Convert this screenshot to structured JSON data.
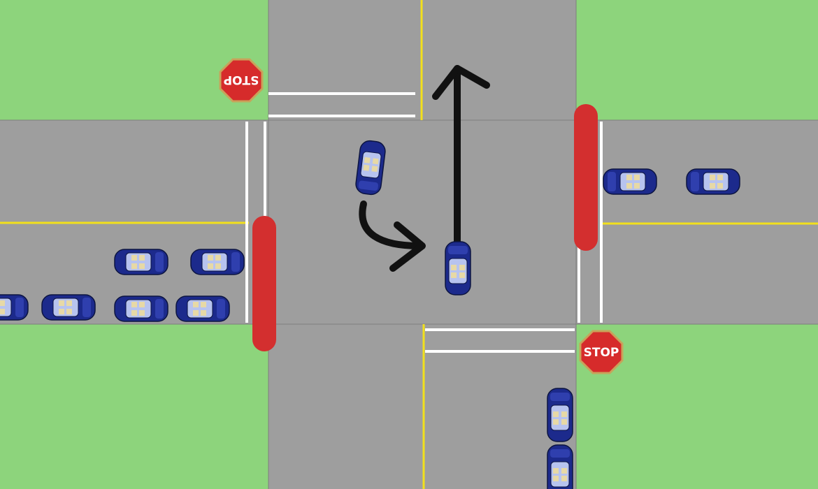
{
  "signs": [
    {
      "id": "nw",
      "label": "STOP",
      "rotated": true
    },
    {
      "id": "se",
      "label": "STOP",
      "rotated": false
    }
  ],
  "colors": {
    "grass": "#8dd47c",
    "road": "#9e9e9e",
    "center_line": "#f2e01c",
    "stop_line": "#ffffff",
    "red_barrier": "#d32f2f",
    "car_body": "#1c2a8c",
    "arrow": "#111111",
    "stop_sign": "#d62b2b"
  },
  "icons": {
    "car": "car-icon",
    "stop_sign": "stop-sign-icon",
    "arrow_straight": "arrow-straight-icon",
    "arrow_curve": "arrow-curve-icon",
    "barrier": "red-barrier"
  }
}
